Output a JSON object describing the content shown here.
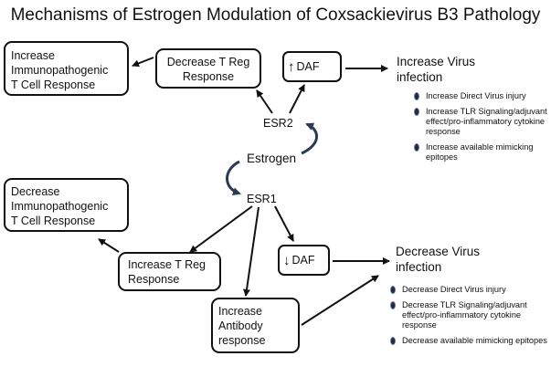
{
  "title": "Mechanisms of Estrogen Modulation of Coxsackievirus B3 Pathology",
  "nodes": {
    "increase_immuno": [
      "Increase",
      "Immunopathogenic",
      "T Cell Response"
    ],
    "decrease_treg": [
      "Decrease T Reg",
      "Response"
    ],
    "daf_up": {
      "arrow": "↑",
      "label": "DAF"
    },
    "increase_virus": "Increase Virus infection",
    "esr2": "ESR2",
    "estrogen": "Estrogen",
    "esr1": "ESR1",
    "decrease_immuno": [
      "Decrease",
      "Immunopathogenic",
      "T Cell Response"
    ],
    "increase_treg": [
      "Increase T Reg",
      "Response"
    ],
    "daf_down": {
      "arrow": "↓",
      "label": "DAF"
    },
    "decrease_virus": "Decrease Virus infection",
    "increase_antibody": [
      "Increase",
      "Antibody",
      "response"
    ]
  },
  "increase_bullets": [
    "Increase Direct Virus injury",
    "Increase TLR Signaling/adjuvant effect/pro-inflammatory cytokine response",
    "Increase  available mimicking epitopes"
  ],
  "decrease_bullets": [
    "Decrease Direct Virus injury",
    "Decrease TLR Signaling/adjuvant effect/pro-inflammatory cytokine response",
    "Decrease  available mimicking epitopes"
  ],
  "colors": {
    "line": "#111111",
    "curved_arrow": "#2b3a55",
    "bullet": "#1f2a40"
  }
}
